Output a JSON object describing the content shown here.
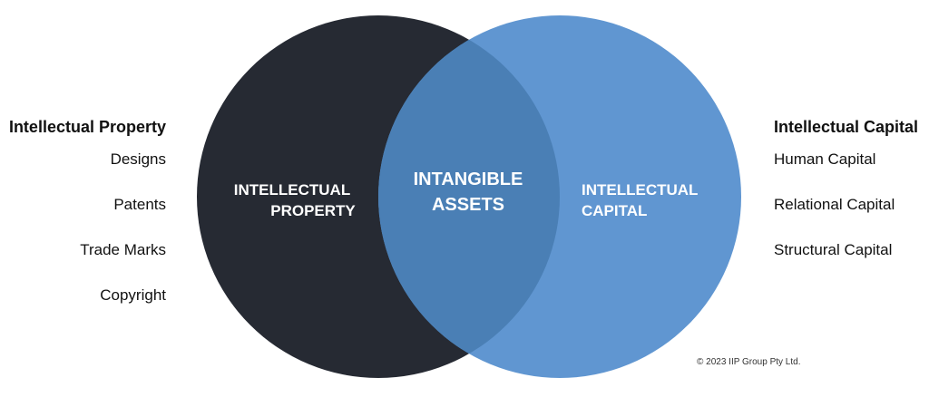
{
  "colors": {
    "left_circle": "#262a33",
    "right_circle": "#6096d1",
    "overlap": "#4a7fb5",
    "circle_text": "#ffffff"
  },
  "diagram": {
    "left_circle": {
      "label_lines": [
        "INTELLECTUAL",
        "PROPERTY"
      ]
    },
    "overlap": {
      "label_lines": [
        "INTANGIBLE",
        "ASSETS"
      ]
    },
    "right_circle": {
      "label_lines": [
        "INTELLECTUAL",
        "CAPITAL"
      ]
    }
  },
  "left_list": {
    "heading": "Intellectual Property",
    "items": [
      "Designs",
      "Patents",
      "Trade Marks",
      "Copyright"
    ]
  },
  "right_list": {
    "heading": "Intellectual Capital",
    "items": [
      "Human Capital",
      "Relational Capital",
      "Structural Capital"
    ]
  },
  "footer": {
    "copyright": "© 2023 IIP Group Pty Ltd."
  }
}
